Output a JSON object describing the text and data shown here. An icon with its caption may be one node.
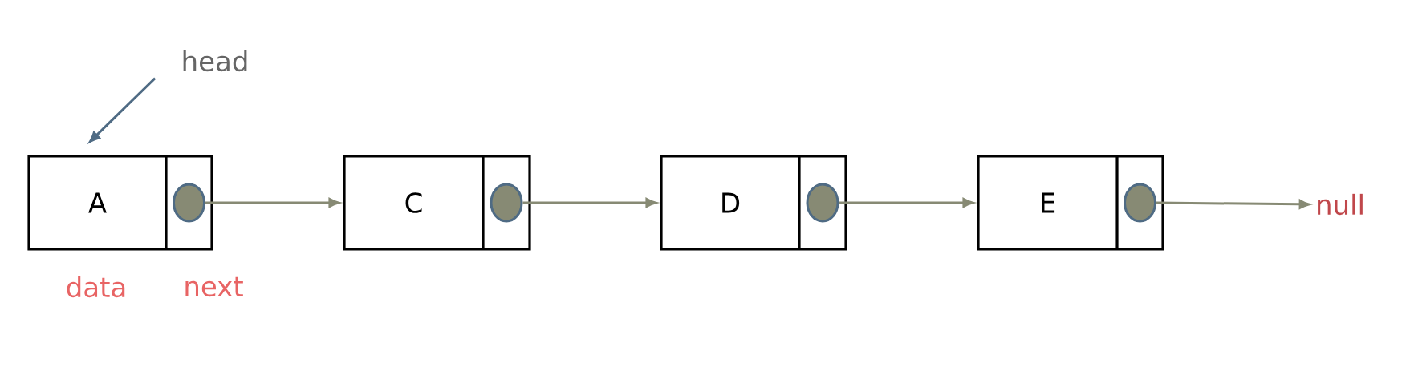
{
  "diagram": {
    "nodes": [
      {
        "text": [
          "head"
        ]
      },
      {
        "text": [
          "A"
        ]
      },
      {
        "text": [],
        "shape": "circle",
        "in": 1
      },
      {
        "text": [
          "C"
        ]
      },
      {
        "text": [],
        "shape": "circle",
        "in": 3
      },
      {
        "text": [
          "D"
        ]
      },
      {
        "text": [],
        "shape": "circle",
        "in": 5
      },
      {
        "text": [
          "E"
        ]
      },
      {
        "text": [],
        "shape": "circle",
        "in": 7
      },
      {
        "text": [
          "null"
        ]
      }
    ],
    "edges": [
      {
        "from": 0,
        "to": 1,
        "arrow": "to",
        "color": "#4f6b84"
      },
      {
        "from": 2,
        "to": 3,
        "arrow": "to"
      },
      {
        "from": 4,
        "to": 5,
        "arrow": "to"
      },
      {
        "from": 6,
        "to": 7,
        "arrow": "to"
      },
      {
        "from": 8,
        "to": 9,
        "arrow": "to"
      }
    ],
    "labels": [
      "data",
      "next"
    ]
  }
}
